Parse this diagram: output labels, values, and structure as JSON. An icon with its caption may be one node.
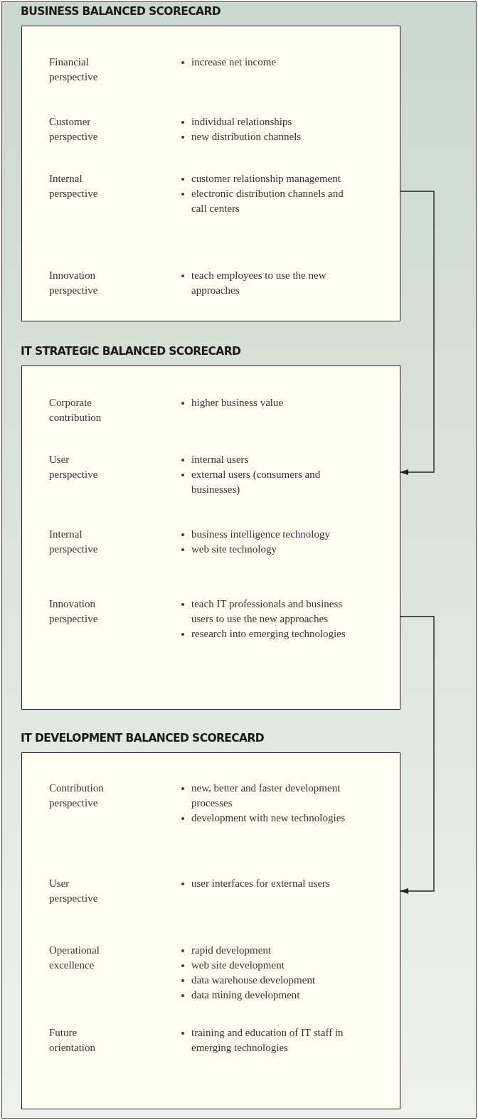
{
  "diagram": {
    "nodes": [
      {
        "text": [
          "BUSINESS BALANCED SCORECARD",
          "Financial perspective",
          "increase net income",
          "Customer perspective",
          "individual relationships",
          "new distribution channels",
          "Internal perspective",
          "customer relationship management",
          "electronic distribution channels and call centers",
          "Innovation perspective",
          "teach employees to use the new approaches"
        ]
      },
      {
        "text": [
          "IT STRATEGIC BALANCED SCORECARD",
          "Corporate contribution",
          "higher business value",
          "User perspective",
          "internal users",
          "external users (consumers and businesses)",
          "Internal perspective",
          "business intelligence technology",
          "web site technology",
          "Innovation perspective",
          "teach IT professionals and business users to use the new approaches",
          "research into emerging technologies"
        ]
      },
      {
        "text": [
          "IT DEVELOPMENT BALANCED SCORECARD",
          "Contribution perspective",
          "new, better and faster development processes",
          "development with new technologies",
          "User perspective",
          "user interfaces for external users",
          "Operational excellence",
          "rapid development",
          "web site development",
          "data warehouse development",
          "data mining development",
          "Future orientation",
          "training and education of IT staff in emerging technologies"
        ]
      }
    ],
    "edges": [
      {
        "from": 0,
        "to": 1,
        "arrow": "to"
      },
      {
        "from": 1,
        "to": 2,
        "arrow": "to"
      }
    ]
  }
}
